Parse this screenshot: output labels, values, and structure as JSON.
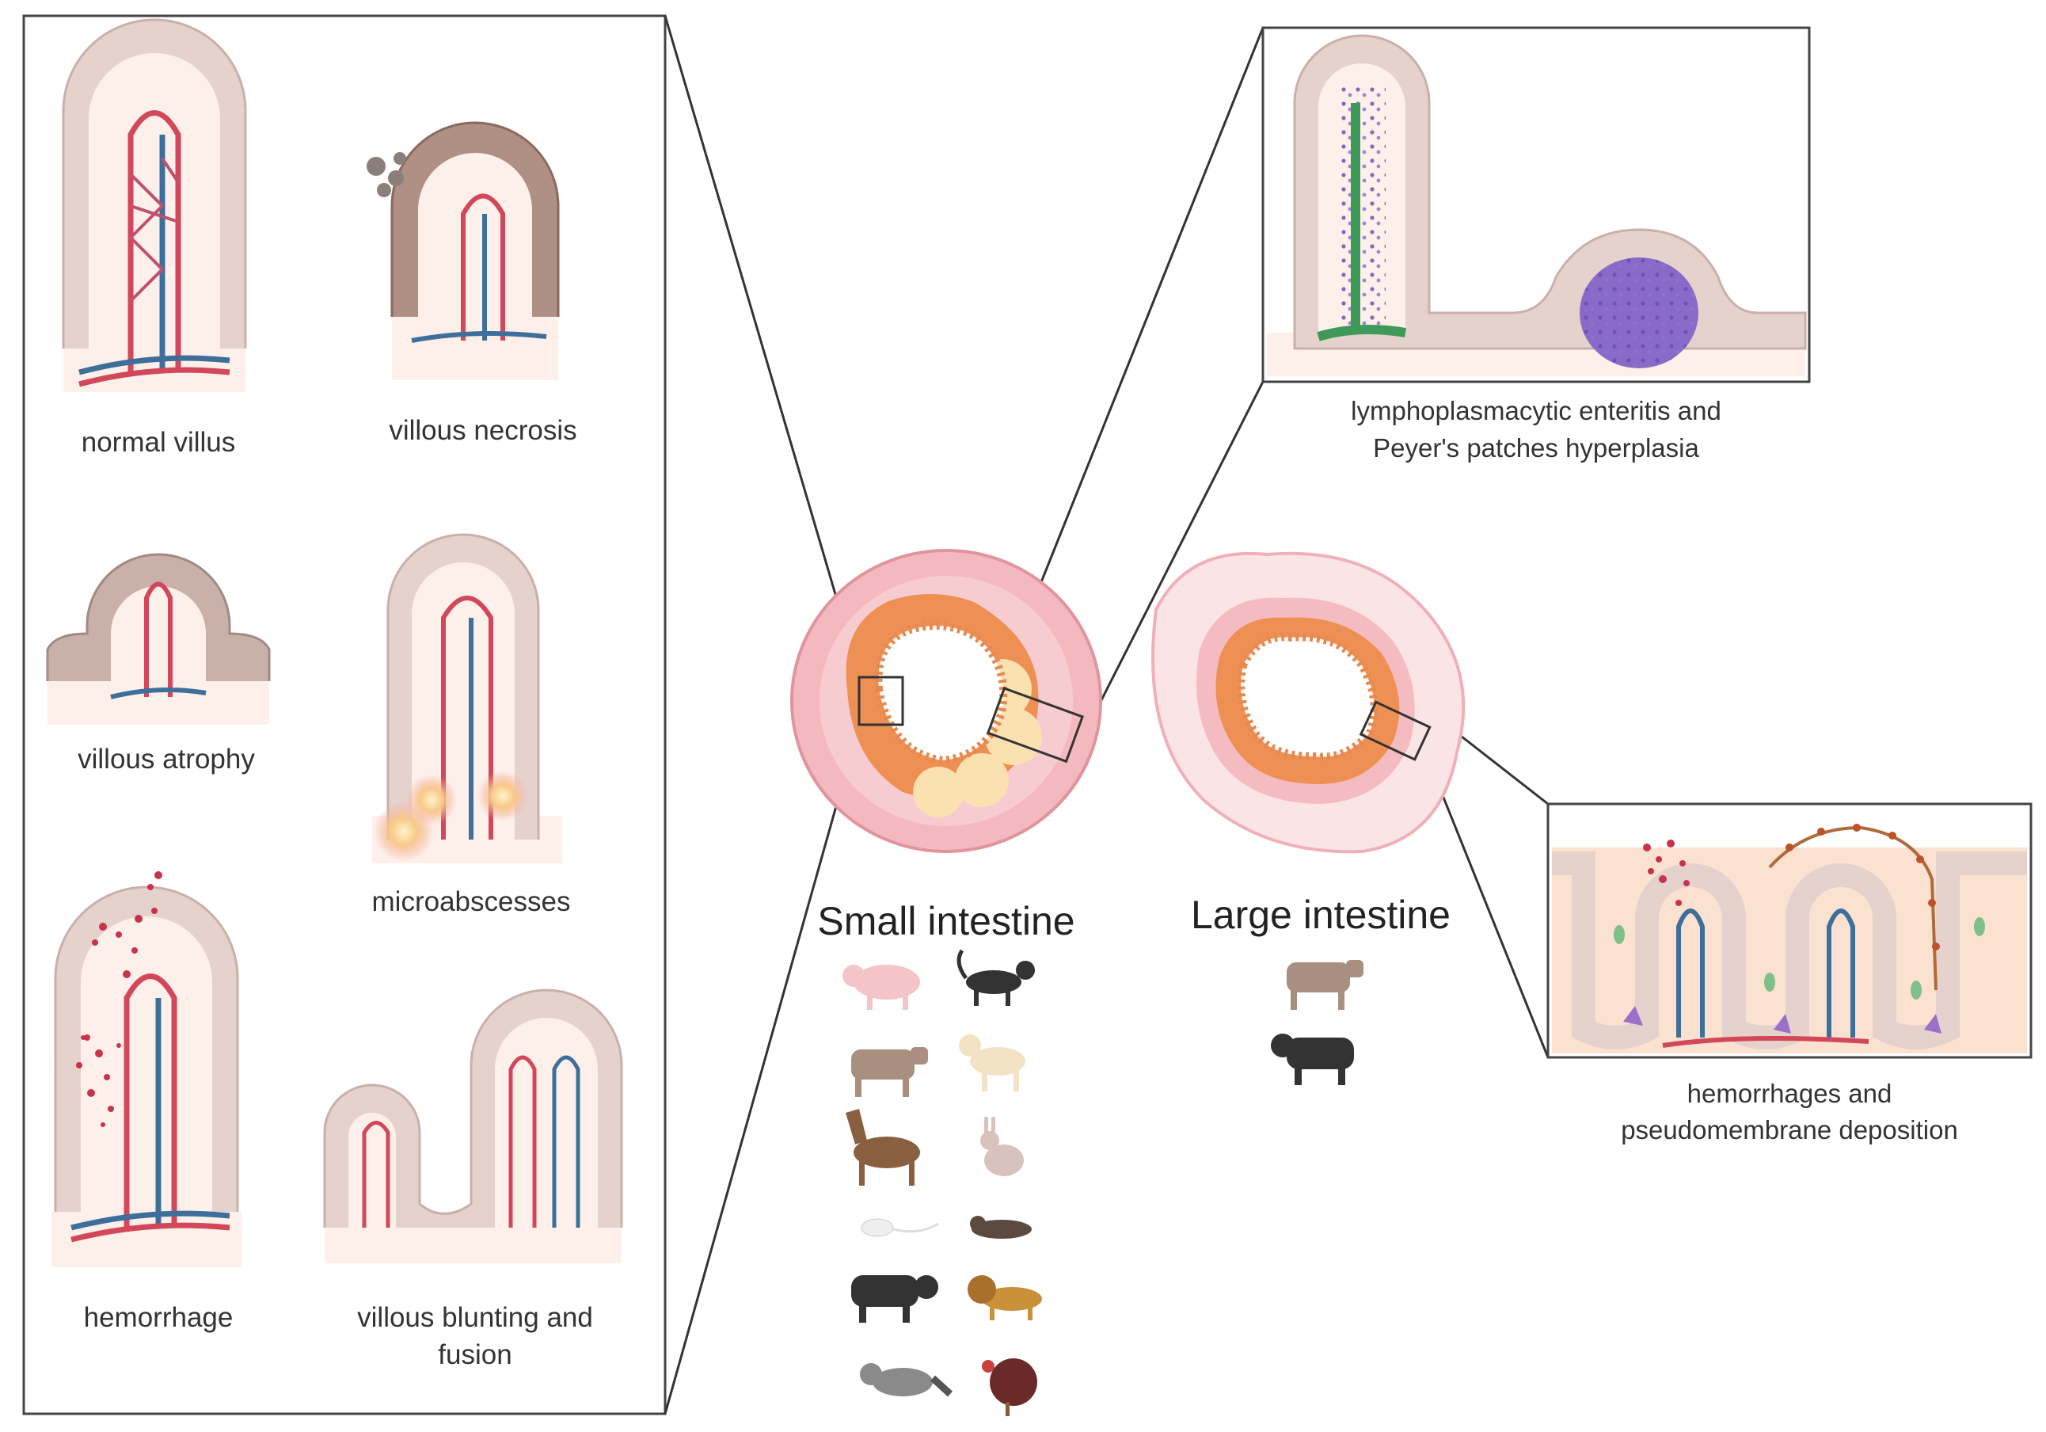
{
  "left_panel": {
    "labels": {
      "normal_villus": "normal villus",
      "villous_necrosis": "villous necrosis",
      "villous_atrophy": "villous atrophy",
      "microabscesses": "microabscesses",
      "hemorrhage": "hemorrhage",
      "villous_blunting_line1": "villous blunting and",
      "villous_blunting_line2": "fusion"
    }
  },
  "top_right_panel": {
    "label_line1": "lymphoplasmacytic enteritis and",
    "label_line2": "Peyer's patches hyperplasia"
  },
  "bottom_right_panel": {
    "label_line1": "hemorrhages and",
    "label_line2": "pseudomembrane deposition"
  },
  "small_intestine": {
    "title": "Small intestine",
    "animals": [
      "pig-icon",
      "cat-icon",
      "cow-icon",
      "dog-icon",
      "horse-icon",
      "rabbit-icon",
      "mouse-icon",
      "ferret-icon",
      "buffalo-icon",
      "lion-icon",
      "raccoon-icon",
      "turkey-icon"
    ]
  },
  "large_intestine": {
    "title": "Large intestine",
    "animals": [
      "cow-icon",
      "buffalo-icon"
    ]
  },
  "colors": {
    "epithelium": "#e6d2cc",
    "lamina": "#fdf0ea",
    "artery": "#d2475a",
    "vein": "#3e6f9a",
    "mucosa": "#ee8f54",
    "serosa": "#f4b9bf",
    "lymph": "#6a52b8",
    "lacteal": "#3f9a5a"
  }
}
